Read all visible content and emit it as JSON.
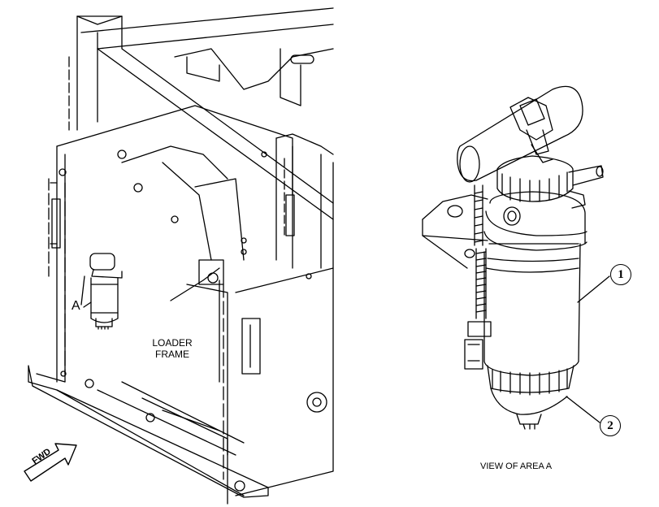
{
  "labels": {
    "loader_frame_line1": "LOADER",
    "loader_frame_line2": "FRAME",
    "area_letter": "A",
    "view_caption": "VIEW OF AREA A",
    "fwd": "FWD"
  },
  "callouts": [
    {
      "number": "1",
      "target": "filter-bowl"
    },
    {
      "number": "2",
      "target": "drain-bowl"
    }
  ],
  "colors": {
    "line": "#000000",
    "background": "#ffffff"
  }
}
